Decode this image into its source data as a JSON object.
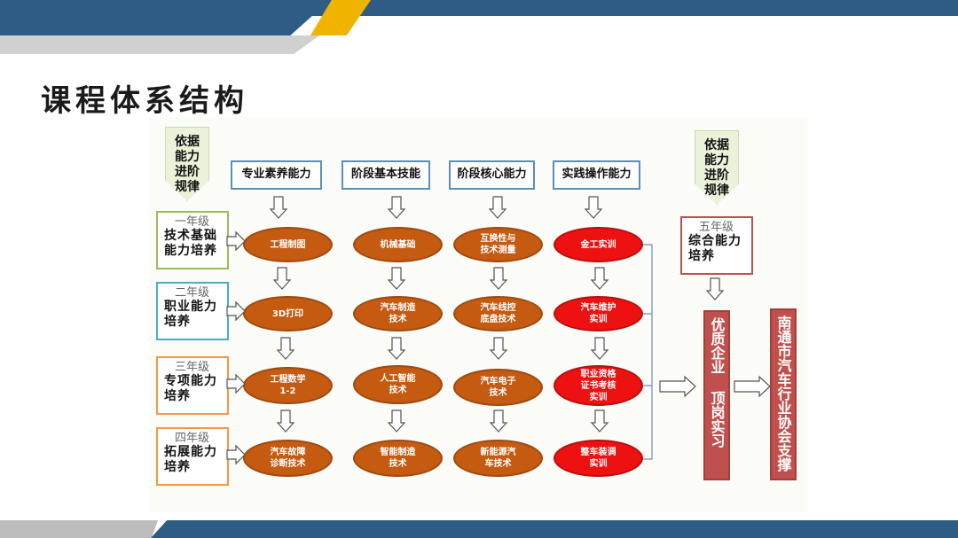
{
  "page": {
    "title": "课程体系结构"
  },
  "diagram": {
    "left_tag": "依据\n能力\n进阶\n规律",
    "right_tag": "依据\n能力\n进阶\n规律",
    "columns": [
      "专业素养能力",
      "阶段基本技能",
      "阶段核心能力",
      "实践操作能力"
    ],
    "grades": [
      {
        "year": "一年级",
        "desc": "技术基础\n能力培养",
        "border": "#9bbb59"
      },
      {
        "year": "二年级",
        "desc": "职业能力\n培养",
        "border": "#4bacc6"
      },
      {
        "year": "三年级",
        "desc": "专项能力\n培养",
        "border": "#f79646"
      },
      {
        "year": "四年级",
        "desc": "拓展能力\n培养",
        "border": "#f79646"
      }
    ],
    "nodes": [
      [
        "工程制图",
        "机械基础",
        "互换性与\n技术测量",
        "金工实训"
      ],
      [
        "3D打印",
        "汽车制造\n技术",
        "汽车线控\n底盘技术",
        "汽车维护\n实训"
      ],
      [
        "工程数学\n1-2",
        "人工智能\n技术",
        "汽车电子\n技术",
        "职业资格\n证书考核\n实训"
      ],
      [
        "汽车故障\n诊断技术",
        "智能制造\n技术",
        "新能源汽\n车技术",
        "整车装调\n实训"
      ]
    ],
    "fifth_grade": {
      "year": "五年级",
      "desc": "综合能力\n培养",
      "border": "#c0504d"
    },
    "internship": "优质企业 顶岗实习",
    "support": "南通市汽车行业协会支撑",
    "colors": {
      "orange": "#c55a11",
      "red": "#ee1111",
      "column_border": "#5a8fb8",
      "vertical_box": "#c0504d"
    }
  }
}
